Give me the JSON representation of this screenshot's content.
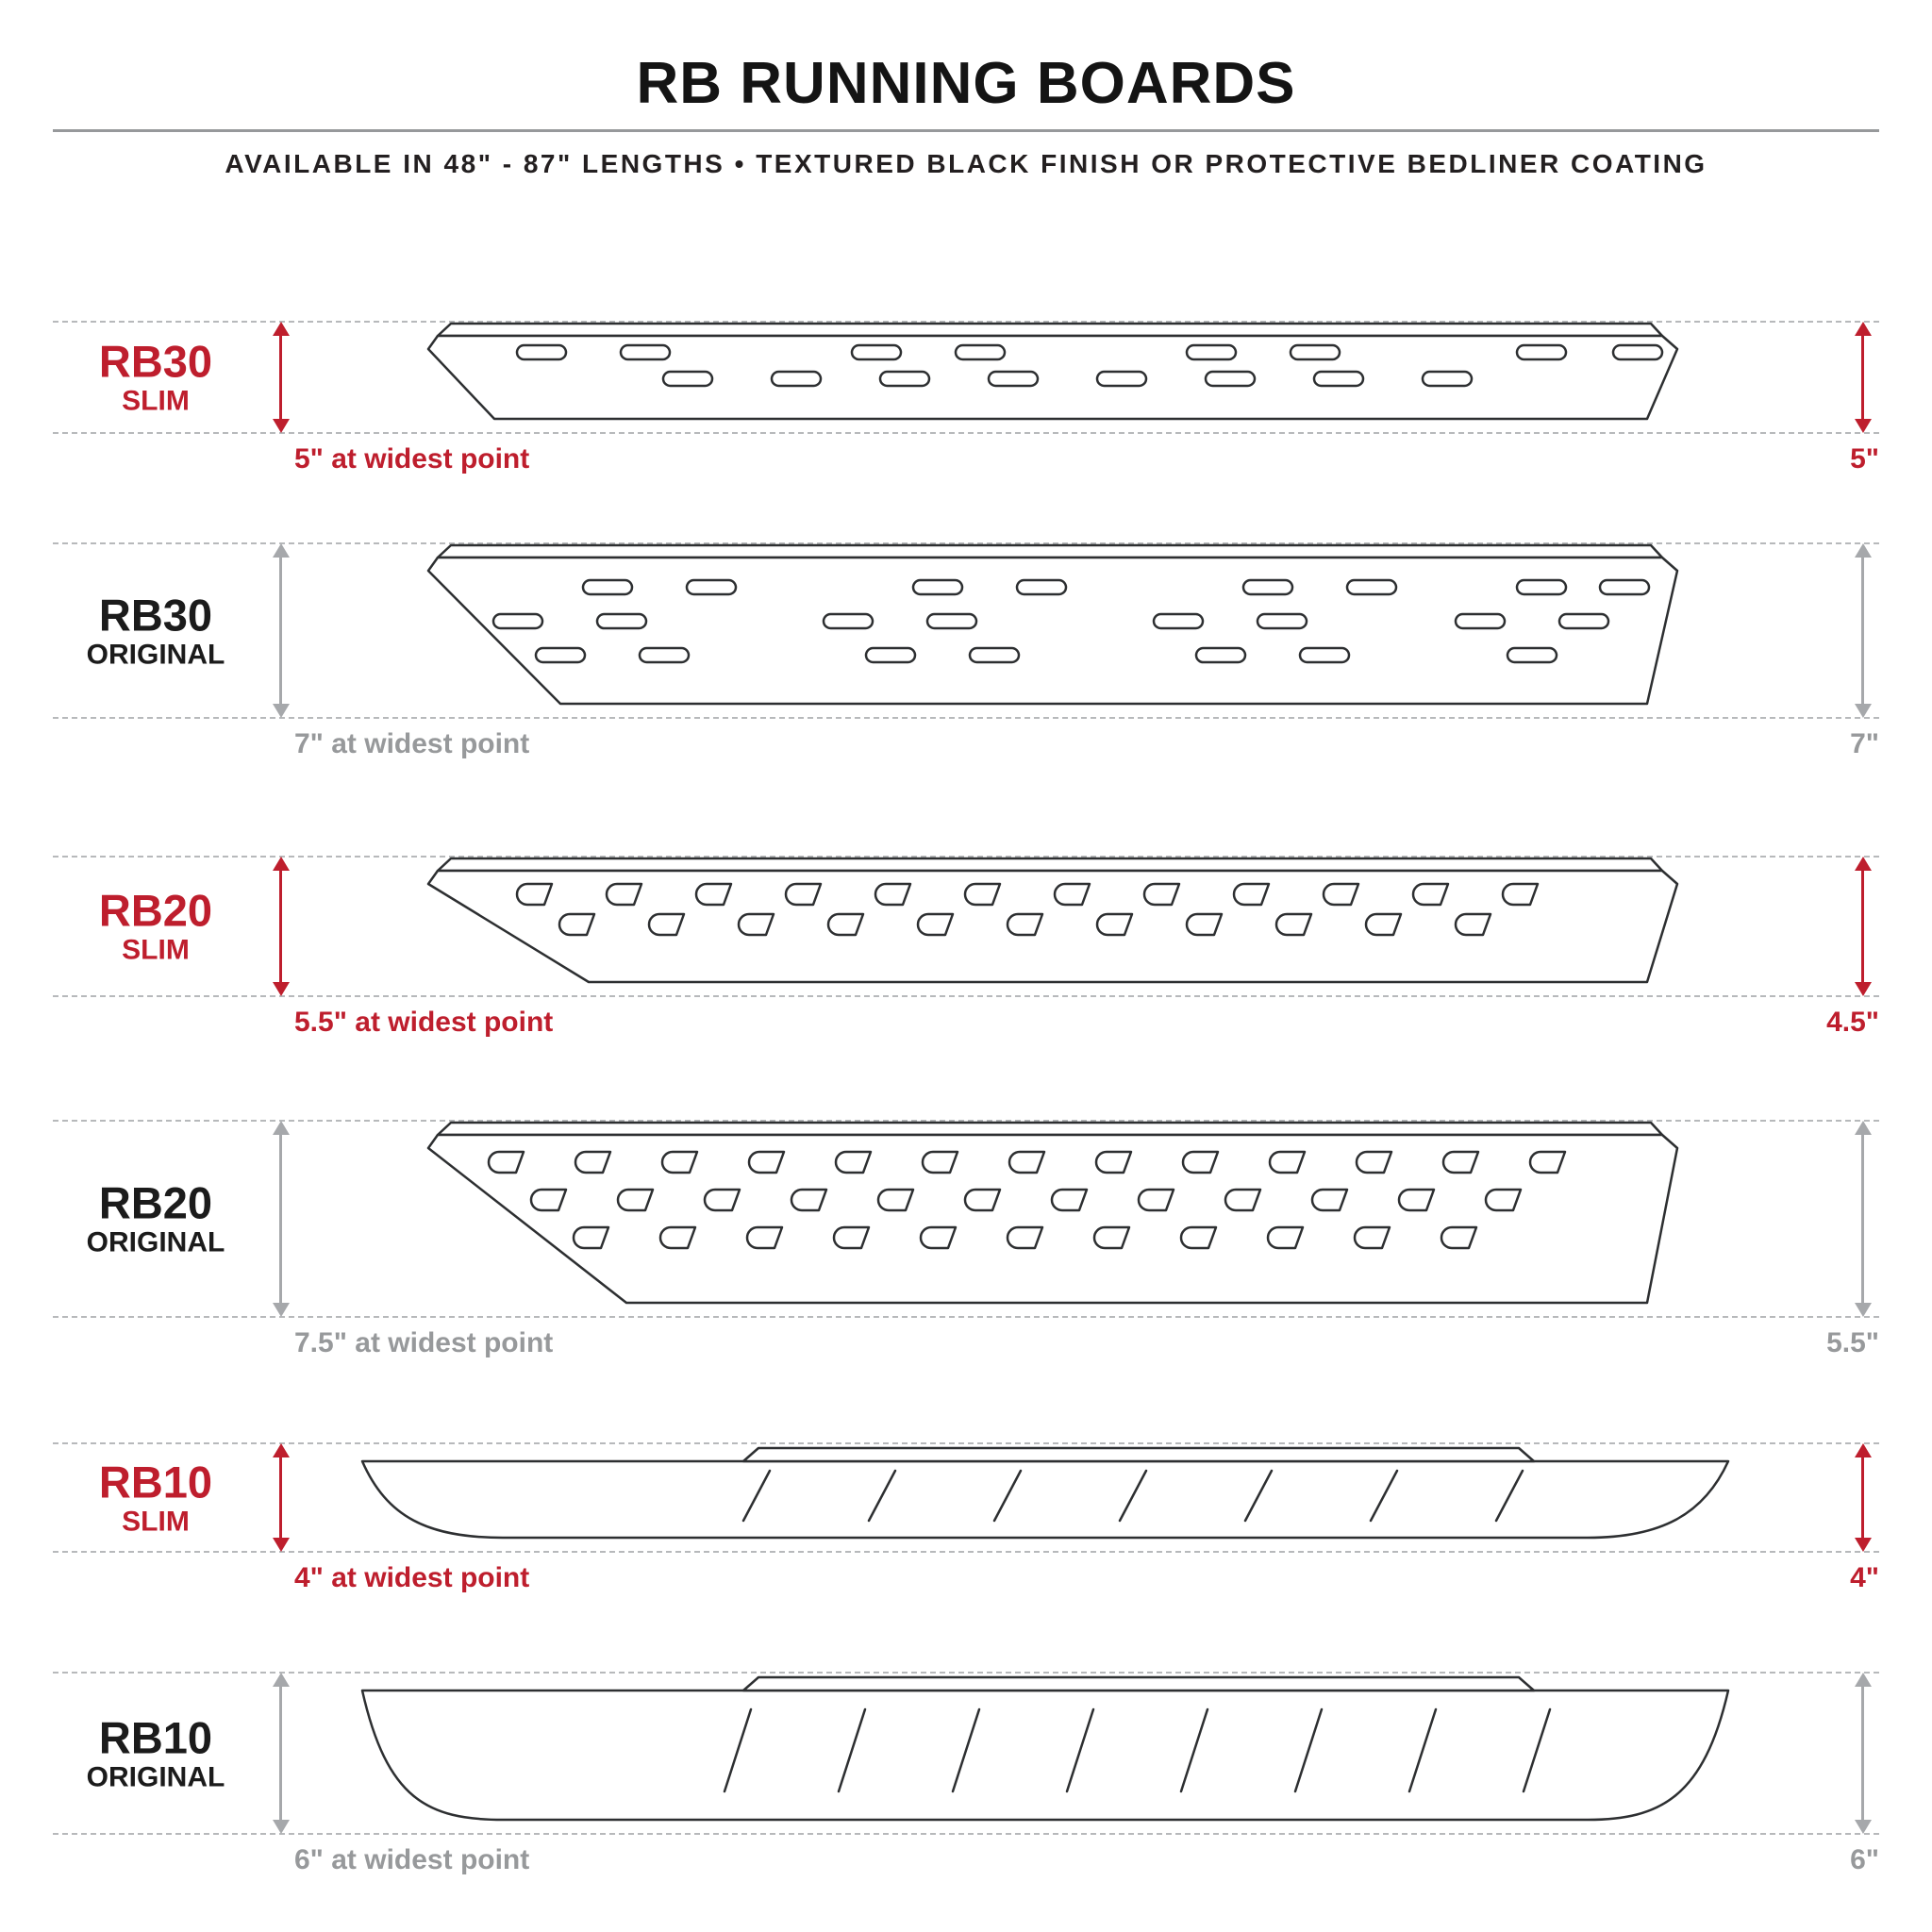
{
  "header": {
    "title": "RB RUNNING BOARDS",
    "subtitle": "AVAILABLE IN 48\" - 87\" LENGTHS  •  TEXTURED BLACK FINISH OR PROTECTIVE BEDLINER COATING"
  },
  "colors": {
    "accent_red": "#BE1E2D",
    "measure_gray": "#97999B",
    "line_dark": "#2D2F31"
  },
  "rows": [
    {
      "model": "RB30",
      "variant": "SLIM",
      "left_note": "5\" at widest point",
      "right_note": "5\""
    },
    {
      "model": "RB30",
      "variant": "ORIGINAL",
      "left_note": "7\" at widest point",
      "right_note": "7\""
    },
    {
      "model": "RB20",
      "variant": "SLIM",
      "left_note": "5.5\" at widest point",
      "right_note": "4.5\""
    },
    {
      "model": "RB20",
      "variant": "ORIGINAL",
      "left_note": "7.5\" at widest point",
      "right_note": "5.5\""
    },
    {
      "model": "RB10",
      "variant": "SLIM",
      "left_note": "4\" at widest point",
      "right_note": "4\""
    },
    {
      "model": "RB10",
      "variant": "ORIGINAL",
      "left_note": "6\" at widest point",
      "right_note": "6\""
    }
  ]
}
